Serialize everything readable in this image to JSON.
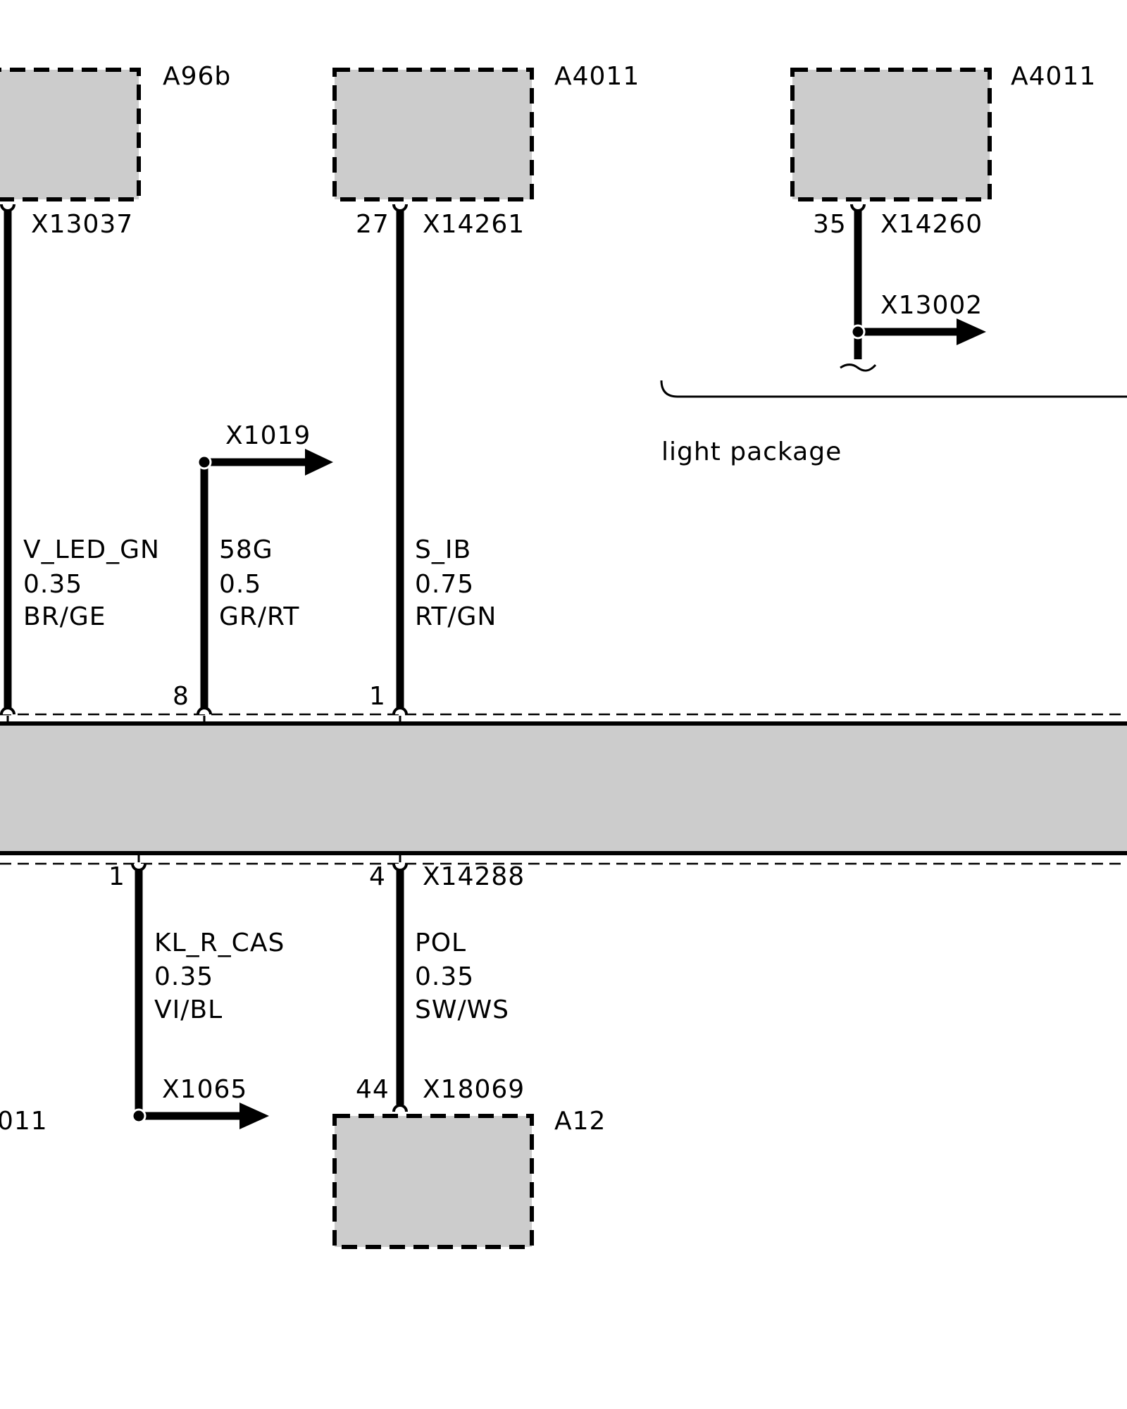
{
  "components": {
    "a96b": {
      "label": "A96b",
      "connector": "X13037"
    },
    "a4011_mid": {
      "label": "A4011",
      "connector": "X14261",
      "pin": "27"
    },
    "a4011_right": {
      "label": "A4011",
      "connector": "X14260",
      "pin": "35",
      "branch": "X13002"
    },
    "a4011_left_partial": {
      "label": "011"
    },
    "a12": {
      "label": "A12",
      "connector": "X18069",
      "pin": "44"
    }
  },
  "annotation": {
    "label": "light package"
  },
  "wires": [
    {
      "id": "v-led-gn",
      "signal": "V_LED_GN",
      "cross_section": "0.35",
      "color": "BR/GE"
    },
    {
      "id": "58g",
      "signal": "58G",
      "cross_section": "0.5",
      "color": "GR/RT",
      "top_pin": "8",
      "branch": "X1019"
    },
    {
      "id": "s-ib",
      "signal": "S_IB",
      "cross_section": "0.75",
      "color": "RT/GN",
      "bottom_pin": "1"
    },
    {
      "id": "kl-r-cas",
      "signal": "KL_R_CAS",
      "cross_section": "0.35",
      "color": "VI/BL",
      "top_pin": "1",
      "branch": "X1065"
    },
    {
      "id": "pol",
      "signal": "POL",
      "cross_section": "0.35",
      "color": "SW/WS",
      "top_pin": "4",
      "connector": "X14288"
    }
  ],
  "colors": {
    "component_fill": "#cccccc",
    "line": "#000000"
  }
}
